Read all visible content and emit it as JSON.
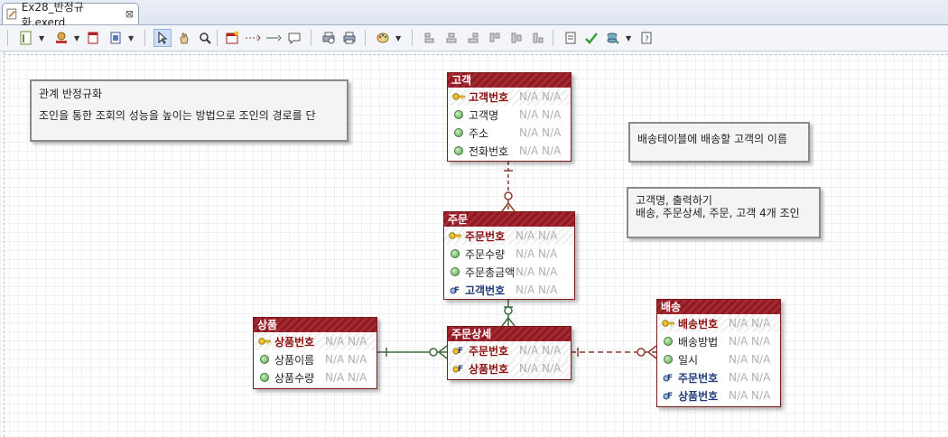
{
  "tab": {
    "title": "Ex28_반정규화.exerd",
    "close": "⊠"
  },
  "notes": {
    "main": {
      "title": "관계 반정규화",
      "body": "조인을 통한 조회의 성능을 높이는 방법으로 조인의 경로를 단"
    },
    "delivery": {
      "text": "배송테이블에 배송할 고객의 이름"
    },
    "join": {
      "line1": "고객명, 출력하기",
      "line2": "배송, 주문상세, 주문, 고객 4개 조인"
    }
  },
  "null_label": "N/A N/A",
  "entities": {
    "customer": {
      "name": "고객",
      "cols": [
        {
          "name": "고객번호",
          "kind": "pk"
        },
        {
          "name": "고객명",
          "kind": "attr"
        },
        {
          "name": "주소",
          "kind": "attr"
        },
        {
          "name": "전화번호",
          "kind": "attr"
        }
      ]
    },
    "order": {
      "name": "주문",
      "cols": [
        {
          "name": "주문번호",
          "kind": "pk"
        },
        {
          "name": "주문수량",
          "kind": "attr"
        },
        {
          "name": "주문총금액",
          "kind": "attr"
        },
        {
          "name": "고객번호",
          "kind": "fk"
        }
      ]
    },
    "product": {
      "name": "상품",
      "cols": [
        {
          "name": "상품번호",
          "kind": "pk"
        },
        {
          "name": "상품이름",
          "kind": "attr"
        },
        {
          "name": "상품수량",
          "kind": "attr"
        }
      ]
    },
    "orderdetail": {
      "name": "주문상세",
      "cols": [
        {
          "name": "주문번호",
          "kind": "pkfk"
        },
        {
          "name": "상품번호",
          "kind": "pkfk"
        }
      ]
    },
    "delivery": {
      "name": "배송",
      "cols": [
        {
          "name": "배송번호",
          "kind": "pk"
        },
        {
          "name": "배송방법",
          "kind": "attr"
        },
        {
          "name": "일시",
          "kind": "attr"
        },
        {
          "name": "주문번호",
          "kind": "fk"
        },
        {
          "name": "상품번호",
          "kind": "fk"
        }
      ]
    }
  },
  "colors": {
    "entity_header": "#8e1a24",
    "pk_text": "#8b0d0d",
    "fk_text": "#1f3b7a",
    "rel_identifying": "#3d6b3d",
    "rel_nonidentifying": "#8b3a2a"
  }
}
